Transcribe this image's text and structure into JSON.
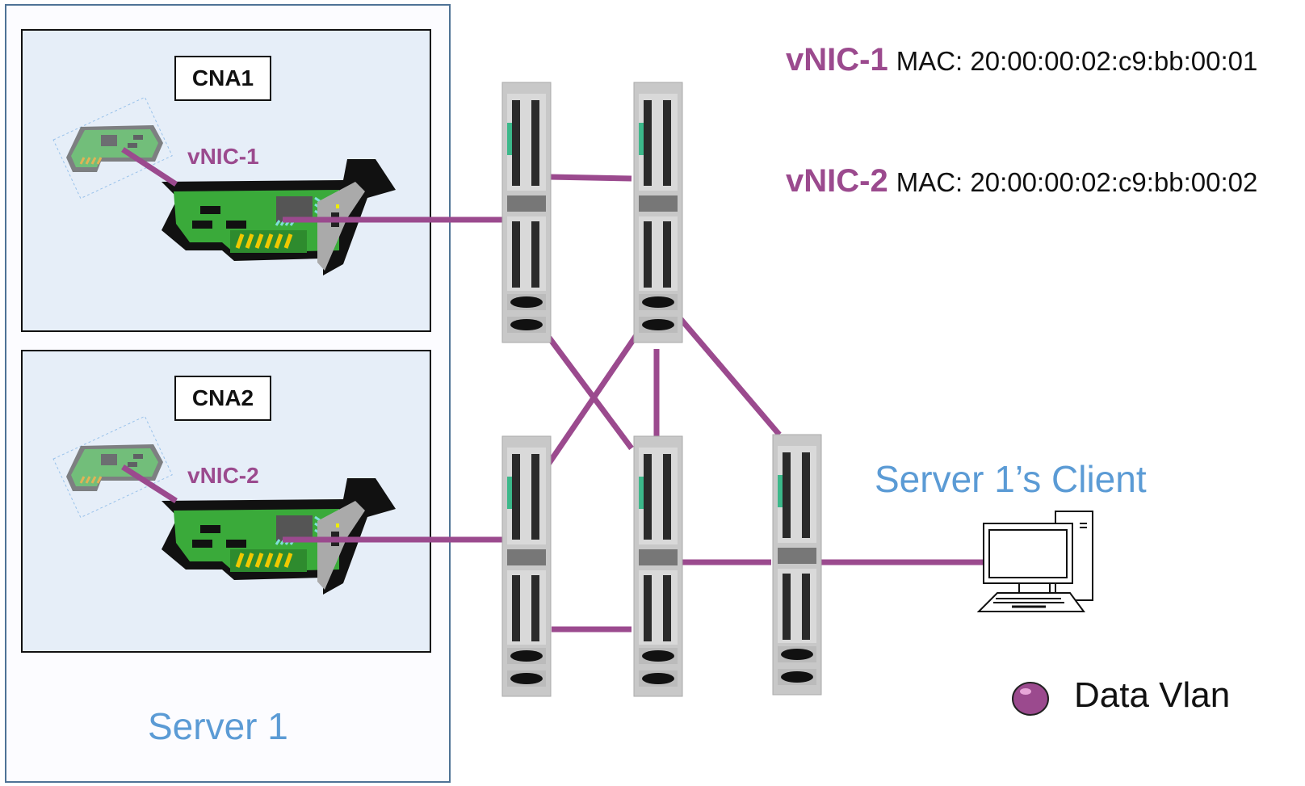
{
  "server": {
    "label": "Server 1"
  },
  "cnas": [
    {
      "label": "CNA1",
      "vnic_label": "vNIC-1"
    },
    {
      "label": "CNA2",
      "vnic_label": "vNIC-2"
    }
  ],
  "mac_table": [
    {
      "vnic": "vNIC-1",
      "mac": "MAC: 20:00:00:02:c9:bb:00:01"
    },
    {
      "vnic": "vNIC-2",
      "mac": "MAC: 20:00:00:02:c9:bb:00:02"
    }
  ],
  "client": {
    "label": "Server 1’s Client"
  },
  "legend": {
    "label": "Data Vlan",
    "color": "#9b4a8e"
  },
  "colors": {
    "link": "#9b4a8e",
    "server_label": "#5b9bd5",
    "cna_fill": "#e6eef8"
  },
  "switches": [
    "switch-top-left",
    "switch-top-right",
    "switch-bottom-left",
    "switch-bottom-middle",
    "switch-bottom-right"
  ],
  "links": [
    {
      "from": "CNA1",
      "to": "switch-top-left"
    },
    {
      "from": "CNA2",
      "to": "switch-bottom-left"
    },
    {
      "from": "switch-top-left",
      "to": "switch-top-right"
    },
    {
      "from": "switch-top-left",
      "to": "switch-bottom-middle"
    },
    {
      "from": "switch-top-right",
      "to": "switch-bottom-left"
    },
    {
      "from": "switch-top-right",
      "to": "switch-bottom-middle"
    },
    {
      "from": "switch-top-right",
      "to": "switch-bottom-right"
    },
    {
      "from": "switch-bottom-left",
      "to": "switch-bottom-middle"
    },
    {
      "from": "switch-bottom-middle",
      "to": "switch-bottom-right"
    },
    {
      "from": "switch-bottom-right",
      "to": "client"
    }
  ]
}
